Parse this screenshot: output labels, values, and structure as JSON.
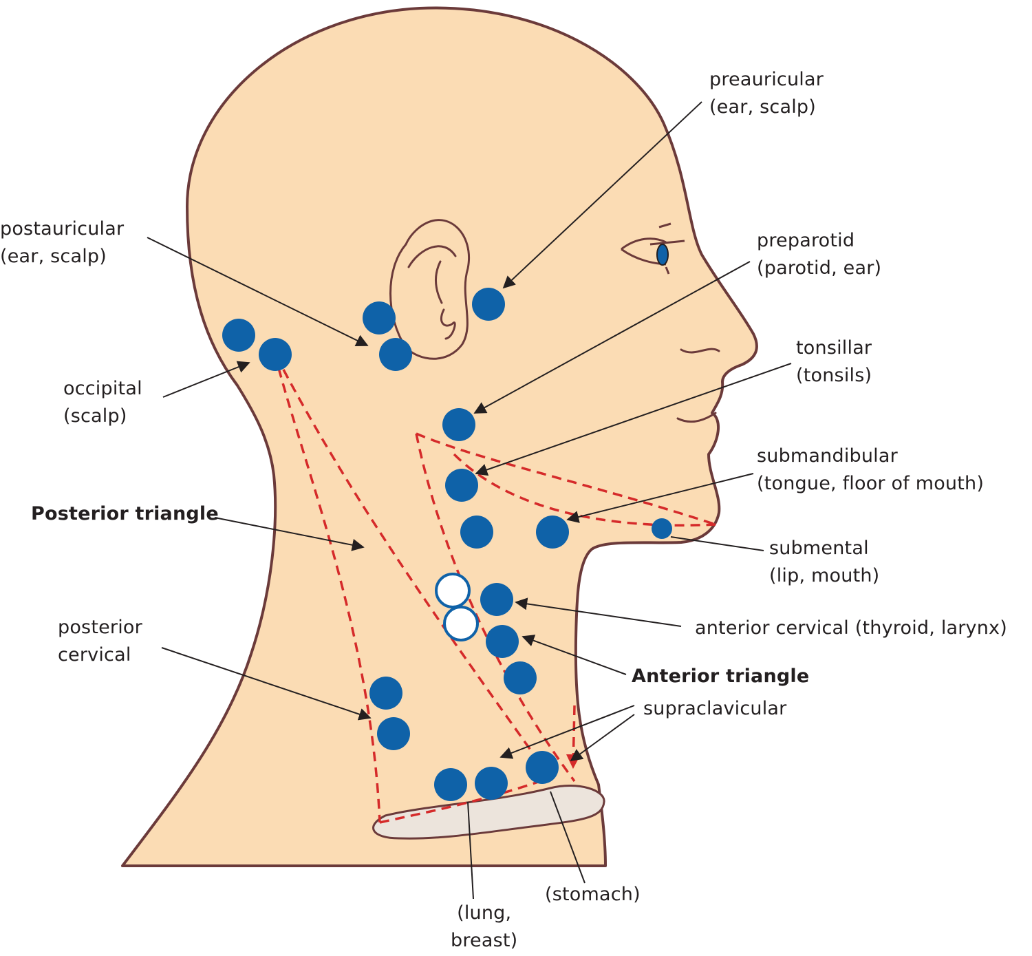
{
  "colors": {
    "skin": "#fbdcb4",
    "outline": "#6b3a3a",
    "node": "#0f62a8",
    "triangle": "#d52a2a",
    "clavicle": "#ece4dc",
    "text": "#231f20"
  },
  "labels": {
    "preauricular": {
      "line1": "preauricular",
      "line2": "(ear, scalp)"
    },
    "postauricular": {
      "line1": "postauricular",
      "line2": "(ear, scalp)"
    },
    "preparotid": {
      "line1": "preparotid",
      "line2": "(parotid, ear)"
    },
    "tonsillar": {
      "line1": "tonsillar",
      "line2": "(tonsils)"
    },
    "occipital": {
      "line1": "occipital",
      "line2": "(scalp)"
    },
    "submandibular": {
      "line1": "submandibular",
      "line2": "(tongue, floor of mouth)"
    },
    "posterior_triangle": "Posterior triangle",
    "submental": {
      "line1": "submental",
      "line2": "(lip, mouth)"
    },
    "anterior_cervical": "anterior cervical (thyroid, larynx)",
    "posterior_cervical": {
      "line1": "posterior",
      "line2": "cervical"
    },
    "anterior_triangle": "Anterior triangle",
    "supraclavicular": "supraclavicular",
    "stomach": "(stomach)",
    "lung_breast": {
      "line1": "(lung,",
      "line2": "breast)"
    }
  }
}
